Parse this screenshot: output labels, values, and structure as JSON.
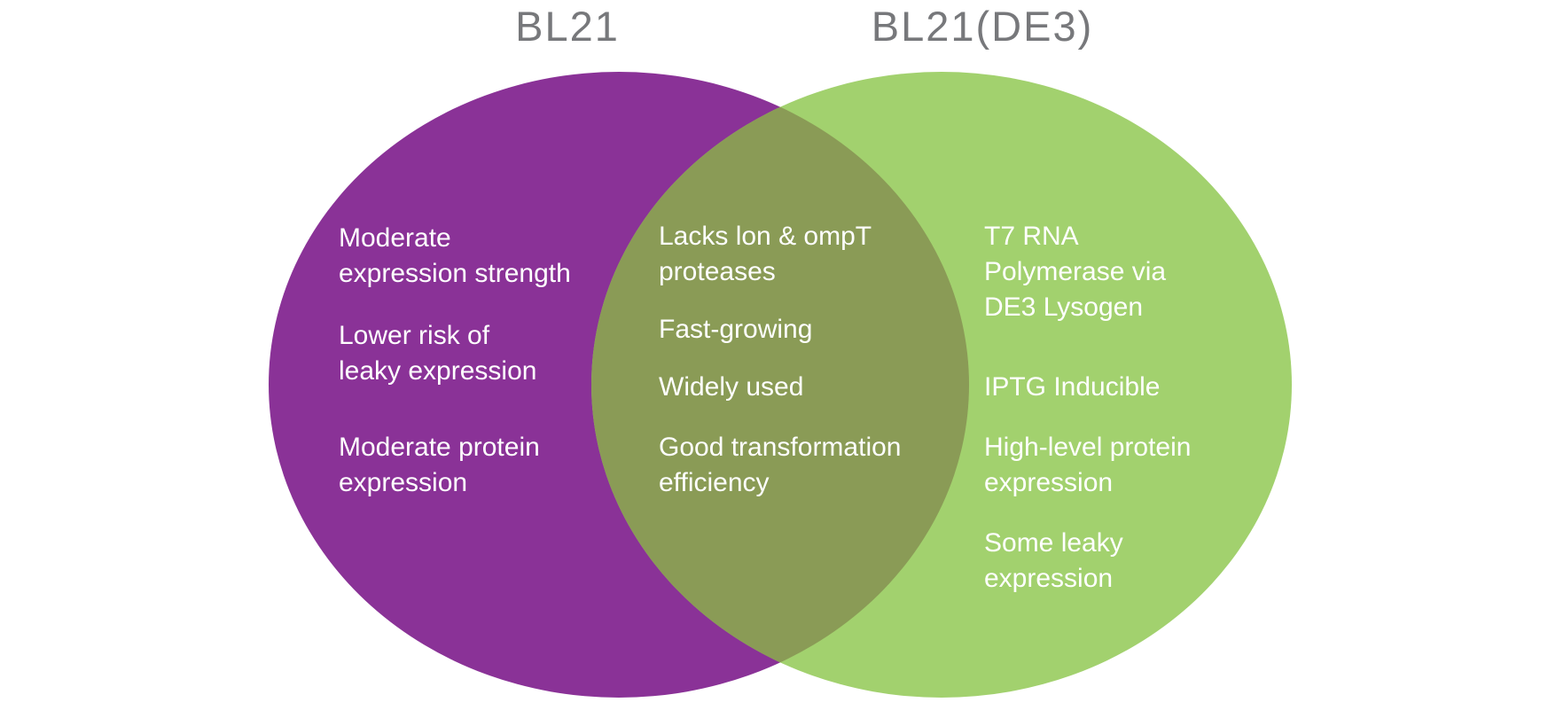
{
  "venn": {
    "left_circle": {
      "title": "BL21",
      "color": "#8A3297",
      "items": [
        {
          "text": "Moderate\nexpression strength"
        },
        {
          "text": "Lower risk of\nleaky expression"
        },
        {
          "text": "Moderate protein\nexpression"
        }
      ]
    },
    "overlap": {
      "color": "#8A9B56",
      "items": [
        {
          "text": "Lacks lon & ompT\nproteases"
        },
        {
          "text": "Fast-growing"
        },
        {
          "text": "Widely used"
        },
        {
          "text": "Good transformation\nefficiency"
        }
      ]
    },
    "right_circle": {
      "title": "BL21(DE3)",
      "color": "#A2D16E",
      "items": [
        {
          "text": "T7 RNA\nPolymerase via\nDE3 Lysogen"
        },
        {
          "text": "IPTG Inducible"
        },
        {
          "text": "High-level protein\nexpression"
        },
        {
          "text": "Some leaky\nexpression"
        }
      ]
    },
    "colors": {
      "title_gray": "#77787B",
      "item_text": "#FFFFFF",
      "background": "#FFFFFF"
    }
  }
}
